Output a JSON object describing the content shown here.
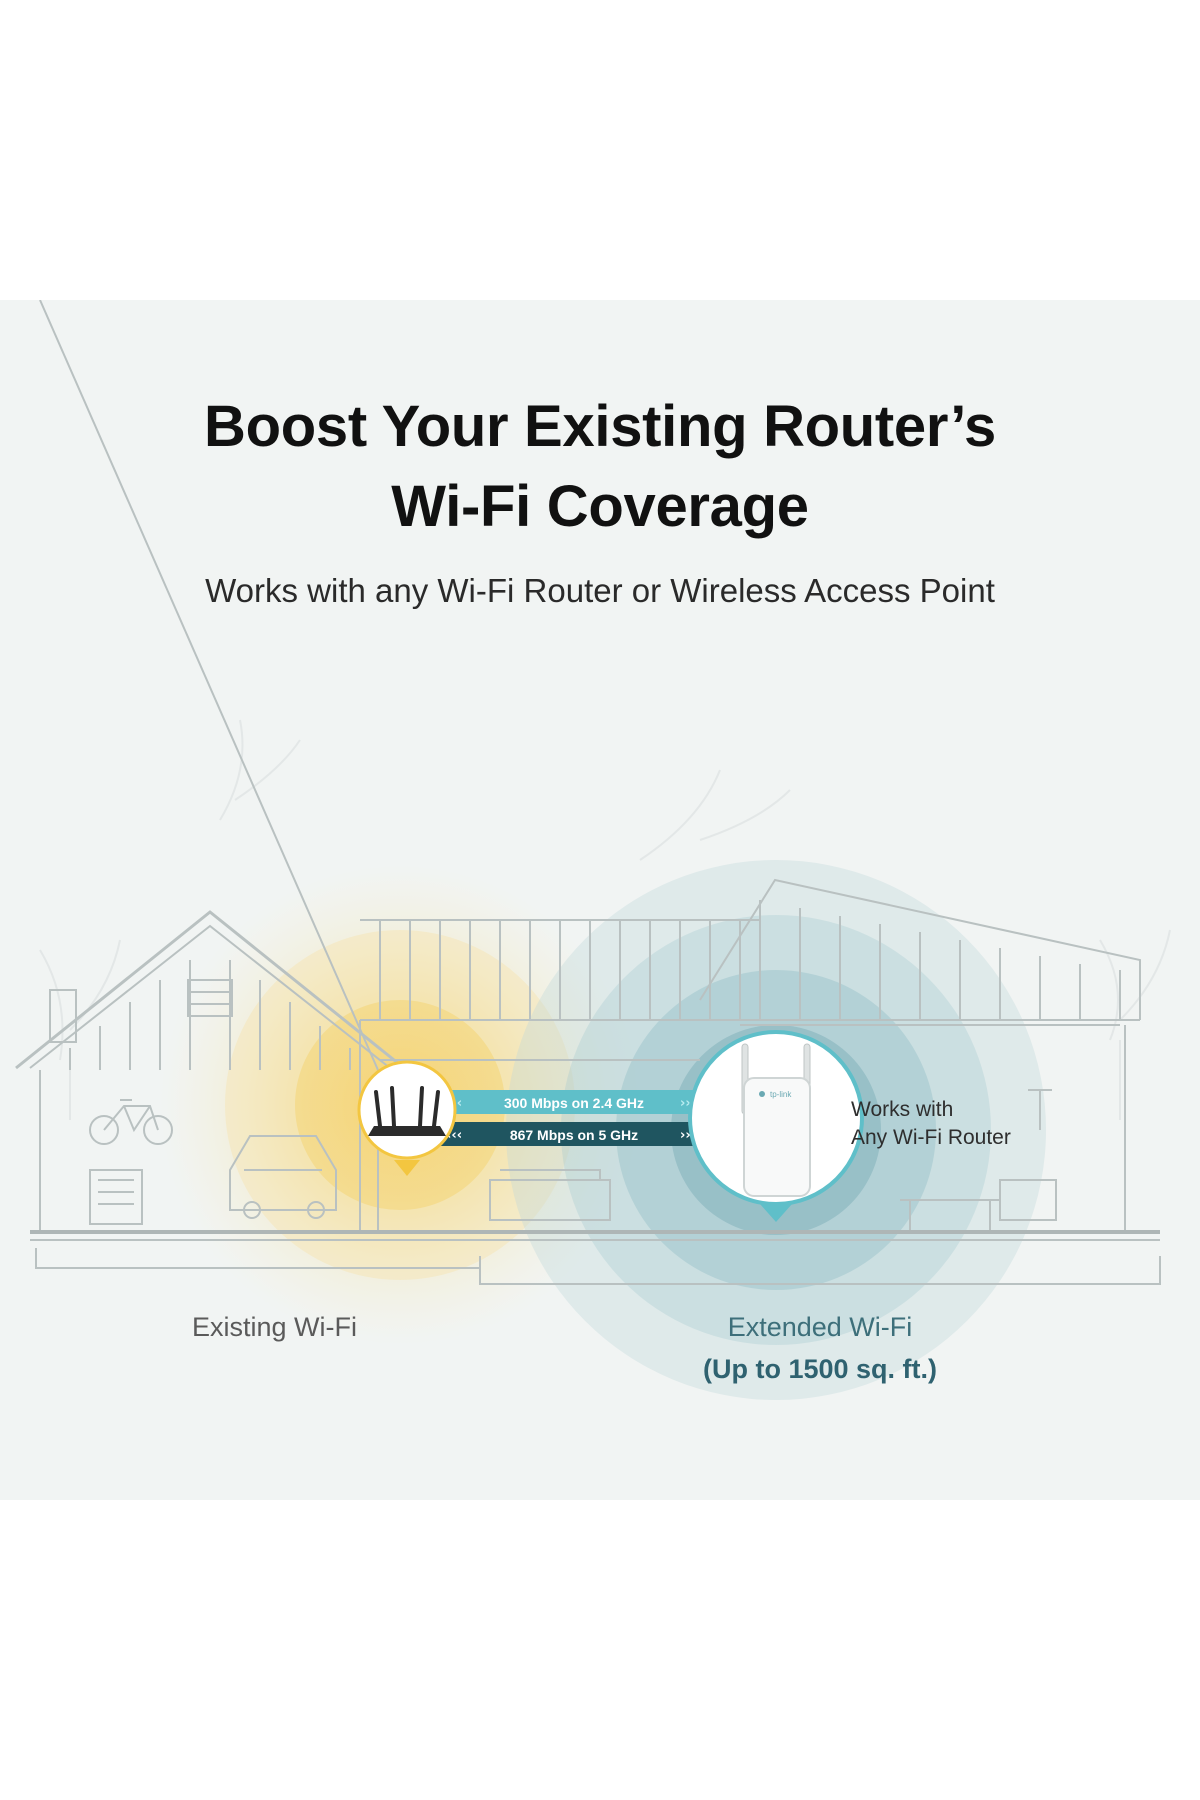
{
  "headline": {
    "line1": "Boost Your Existing Router’s",
    "line2": "Wi-Fi Coverage"
  },
  "subheadline": "Works with any Wi-Fi Router or Wireless Access Point",
  "bands": {
    "band_24": "300 Mbps on 2.4 GHz",
    "band_5": "867 Mbps on 5 GHz"
  },
  "extender_callout": {
    "line1": "Works with",
    "line2": "Any Wi-Fi Router"
  },
  "coverage": {
    "existing_label": "Existing Wi-Fi",
    "extended_label": "Extended Wi-Fi",
    "extended_area": "(Up to 1500 sq. ft.)"
  },
  "colors": {
    "existing_wifi": "#f6c842",
    "extended_wifi": "#7fb3bd",
    "band_24_bar": "#5fbfc9",
    "band_5_bar": "#1f5560",
    "house_lines": "#c9cfcf"
  },
  "icons": {
    "router": "router-icon",
    "extender": "range-extender-icon",
    "bicycle": "bicycle-icon",
    "car": "car-icon"
  }
}
